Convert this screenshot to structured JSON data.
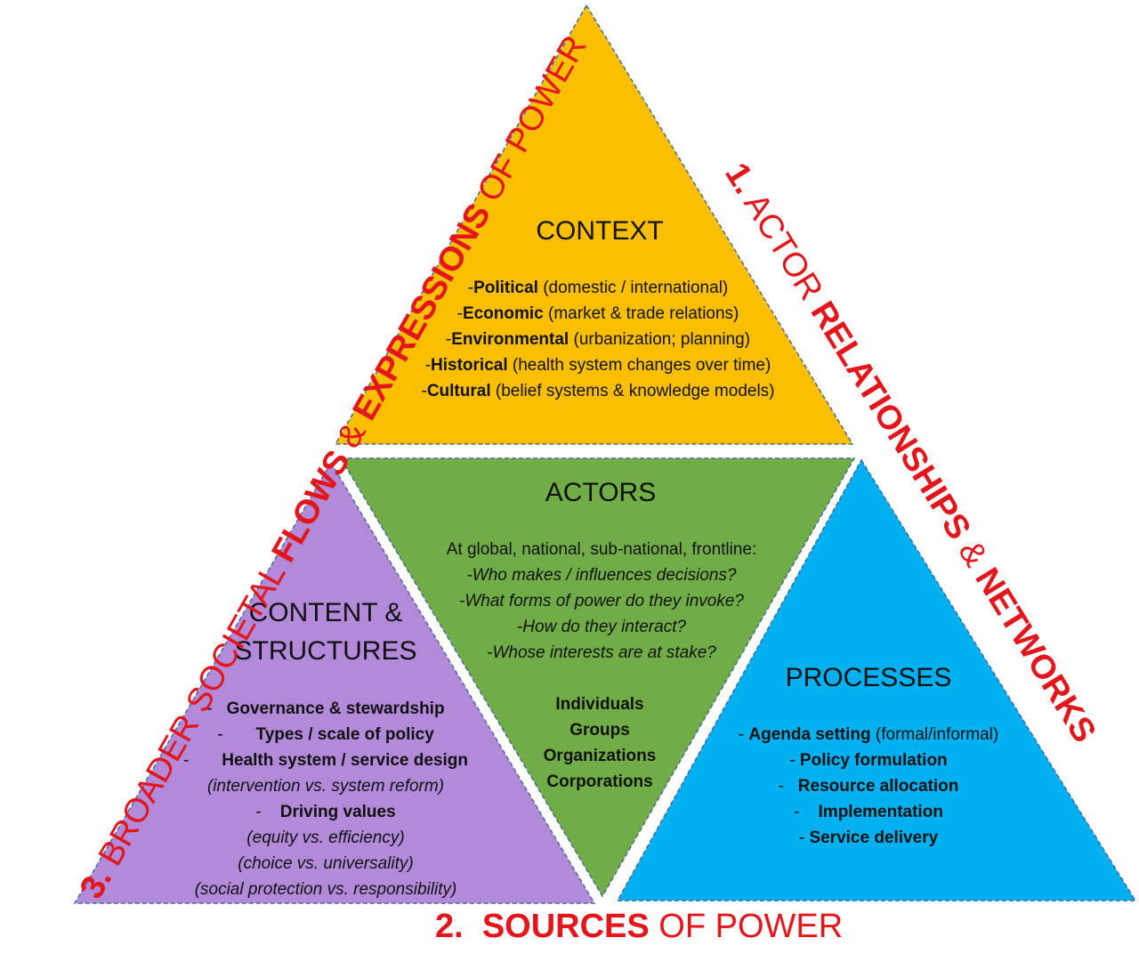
{
  "context": {
    "title": "CONTEXT",
    "items": [
      {
        "dash": "-",
        "bold": "Political",
        "rest": " (domestic / international)"
      },
      {
        "dash": "-",
        "bold": "Economic",
        "rest": " (market & trade relations)"
      },
      {
        "dash": "-",
        "bold": "Environmental",
        "rest": " (urbanization; planning)"
      },
      {
        "dash": "-",
        "bold": "Historical",
        "rest": " (health system changes over time)"
      },
      {
        "dash": "-",
        "bold": "Cultural",
        "rest": " (belief systems & knowledge models)"
      }
    ]
  },
  "actors": {
    "title": "ACTORS",
    "intro": "At global, national, sub-national, frontline:",
    "questions": [
      "-Who makes / influences decisions?",
      "-What forms of power do they invoke?",
      "-How do they interact?",
      "-Whose interests are at stake?"
    ],
    "types": [
      "Individuals",
      "Groups",
      "Organizations",
      "Corporations"
    ]
  },
  "content": {
    "title_line1": "CONTENT &",
    "title_line2": "STRUCTURES",
    "items": [
      {
        "dash": "-",
        "bold": "Governance & stewardship"
      },
      {
        "dash": "-",
        "bold": "Types / scale of policy"
      },
      {
        "dash": "-",
        "bold": "Health system / service design"
      },
      {
        "dash": "",
        "italic": "(intervention vs. system reform)"
      },
      {
        "dash": "-",
        "bold": "Driving values"
      },
      {
        "dash": "",
        "italic": "(equity vs. efficiency)"
      },
      {
        "dash": "",
        "italic": "(choice vs. universality)"
      },
      {
        "dash": "",
        "italic": "(social protection vs. responsibility)"
      }
    ]
  },
  "processes": {
    "title": "PROCESSES",
    "items": [
      {
        "dash": "- ",
        "bold": "Agenda setting",
        "rest": " (formal/informal)"
      },
      {
        "dash": "- ",
        "bold": "Policy formulation",
        "rest": ""
      },
      {
        "dash": "- ",
        "bold": "Resource allocation",
        "rest": ""
      },
      {
        "dash": "- ",
        "bold": "Implementation",
        "rest": ""
      },
      {
        "dash": "- ",
        "bold": "Service delivery",
        "rest": ""
      }
    ]
  },
  "side_labels": {
    "left": {
      "num": "3.",
      "pre": " BROADER SOCIETAL ",
      "bold1": "FLOWS",
      "mid": " & ",
      "bold2": "EXPRESSIONS",
      "post": " OF POWER"
    },
    "right": {
      "num": "1.",
      "pre": " ACTOR ",
      "bold1": "RELATIONSHIPS",
      "mid": " & ",
      "bold2": "NETWORKS",
      "post": ""
    },
    "bottom": {
      "num": "2.",
      "pre": "  ",
      "bold1": "SOURCES",
      "post": " OF POWER"
    }
  },
  "colors": {
    "context": "#fcbf00",
    "actors": "#70ad47",
    "content": "#b28ad9",
    "processes": "#00b0f0",
    "label_red": "#e3161b"
  }
}
